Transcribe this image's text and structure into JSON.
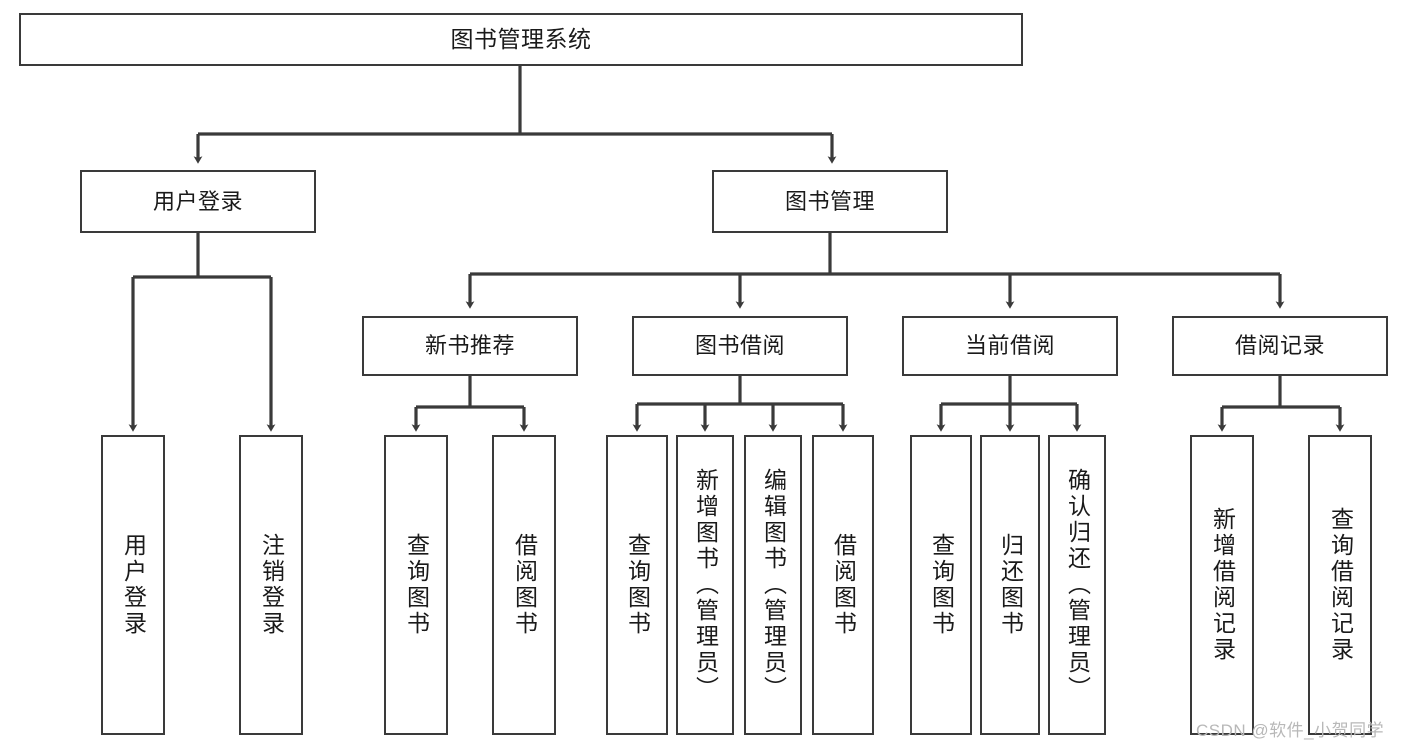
{
  "diagram": {
    "title": "图书管理系统",
    "type": "tree-hierarchy-chart",
    "orientation": "top-down",
    "colors": {
      "box_border": "#3a3a3a",
      "box_fill": "#ffffff",
      "edge": "#3a3a3a",
      "text": "#1a1a1a",
      "watermark": "#b8b8b8"
    }
  },
  "root": {
    "label": "图书管理系统"
  },
  "level2": [
    {
      "label": "用户登录"
    },
    {
      "label": "图书管理"
    }
  ],
  "level3": [
    {
      "label": "新书推荐"
    },
    {
      "label": "图书借阅"
    },
    {
      "label": "当前借阅"
    },
    {
      "label": "借阅记录"
    }
  ],
  "leaves": {
    "user_login": [
      {
        "label": "用户登录"
      },
      {
        "label": "注销登录"
      }
    ],
    "new_book_recommend": [
      {
        "label": "查询图书"
      },
      {
        "label": "借阅图书"
      }
    ],
    "book_borrow": [
      {
        "label": "查询图书"
      },
      {
        "label": "新增图书（管理员）"
      },
      {
        "label": "编辑图书（管理员）"
      },
      {
        "label": "借阅图书"
      }
    ],
    "current_borrow": [
      {
        "label": "查询图书"
      },
      {
        "label": "归还图书"
      },
      {
        "label": "确认归还（管理员）"
      }
    ],
    "borrow_record": [
      {
        "label": "新增借阅记录"
      },
      {
        "label": "查询借阅记录"
      }
    ]
  },
  "watermark": {
    "text": "CSDN @软件_小贺同学"
  }
}
